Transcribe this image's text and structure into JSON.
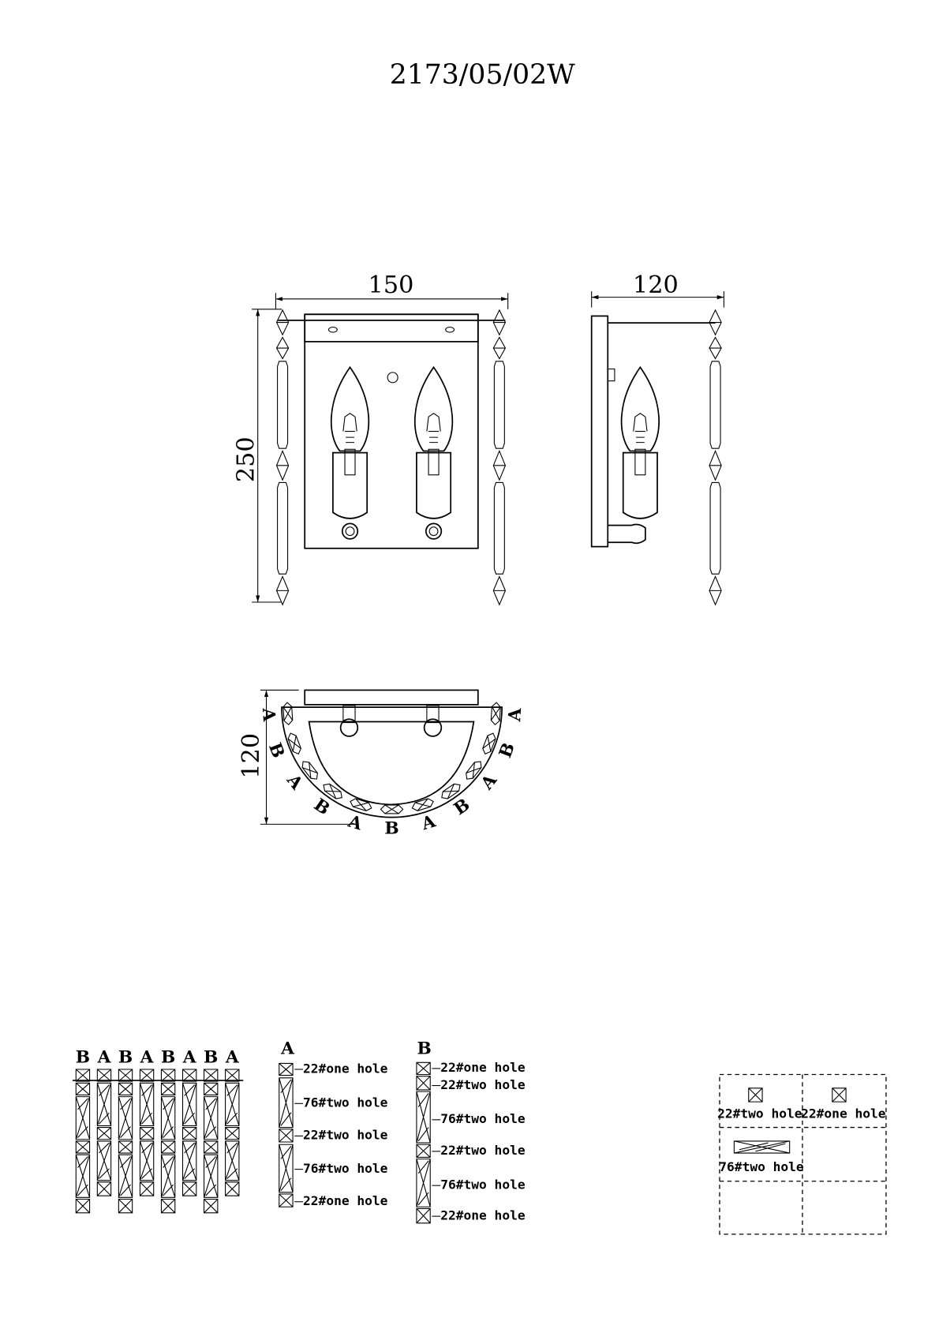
{
  "title": "2173/05/02W",
  "front_view": {
    "width_label": "150",
    "height_label": "250"
  },
  "side_view": {
    "depth_label": "120"
  },
  "top_view": {
    "depth_label": "120",
    "arc_labels": [
      "A",
      "B",
      "A",
      "B",
      "A",
      "B",
      "A",
      "B",
      "A",
      "B",
      "A"
    ]
  },
  "strand_layout": {
    "labels": [
      "B",
      "A",
      "B",
      "A",
      "B",
      "A",
      "B",
      "A"
    ]
  },
  "strand_a": {
    "label": "A",
    "parts": [
      "22#one hole",
      "76#two hole",
      "22#two hole",
      "76#two hole",
      "22#one hole"
    ]
  },
  "strand_b": {
    "label": "B",
    "parts": [
      "22#one hole",
      "22#two hole",
      "76#two hole",
      "22#two hole",
      "76#two hole",
      "22#one hole"
    ]
  },
  "legend": {
    "cells": [
      "22#two hole",
      "22#one hole",
      "76#two hole"
    ]
  }
}
